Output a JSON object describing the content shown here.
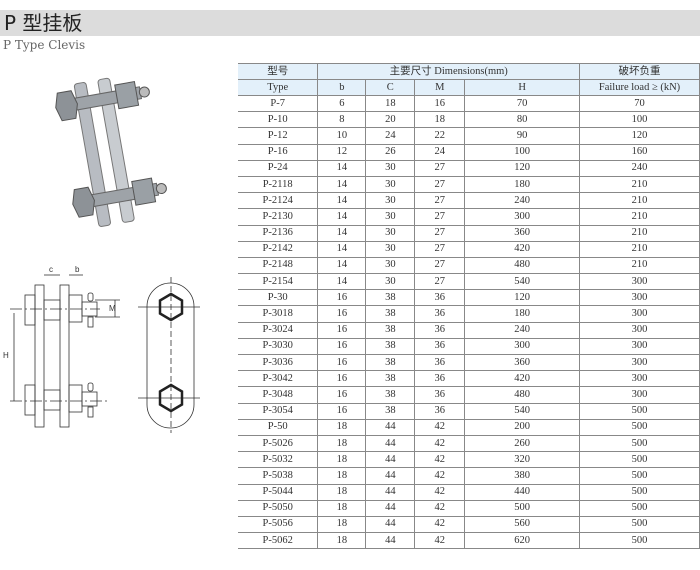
{
  "title": "P 型挂板",
  "subtitle": "P Type Clevis",
  "drawing": {
    "labels": [
      "c",
      "b",
      "M",
      "H"
    ]
  },
  "table": {
    "header": {
      "type_cn": "型号",
      "type_en": "Type",
      "dims": "主要尺寸 Dimensions(mm)",
      "load_cn": "破坏负重",
      "load_en": "Failure load ≥ (kN)",
      "cols": [
        "b",
        "C",
        "M",
        "H"
      ]
    },
    "rows": [
      [
        "P-7",
        "6",
        "18",
        "16",
        "70",
        "70"
      ],
      [
        "P-10",
        "8",
        "20",
        "18",
        "80",
        "100"
      ],
      [
        "P-12",
        "10",
        "24",
        "22",
        "90",
        "120"
      ],
      [
        "P-16",
        "12",
        "26",
        "24",
        "100",
        "160"
      ],
      [
        "P-24",
        "14",
        "30",
        "27",
        "120",
        "240"
      ],
      [
        "P-2118",
        "14",
        "30",
        "27",
        "180",
        "210"
      ],
      [
        "P-2124",
        "14",
        "30",
        "27",
        "240",
        "210"
      ],
      [
        "P-2130",
        "14",
        "30",
        "27",
        "300",
        "210"
      ],
      [
        "P-2136",
        "14",
        "30",
        "27",
        "360",
        "210"
      ],
      [
        "P-2142",
        "14",
        "30",
        "27",
        "420",
        "210"
      ],
      [
        "P-2148",
        "14",
        "30",
        "27",
        "480",
        "210"
      ],
      [
        "P-2154",
        "14",
        "30",
        "27",
        "540",
        "300"
      ],
      [
        "P-30",
        "16",
        "38",
        "36",
        "120",
        "300"
      ],
      [
        "P-3018",
        "16",
        "38",
        "36",
        "180",
        "300"
      ],
      [
        "P-3024",
        "16",
        "38",
        "36",
        "240",
        "300"
      ],
      [
        "P-3030",
        "16",
        "38",
        "36",
        "300",
        "300"
      ],
      [
        "P-3036",
        "16",
        "38",
        "36",
        "360",
        "300"
      ],
      [
        "P-3042",
        "16",
        "38",
        "36",
        "420",
        "300"
      ],
      [
        "P-3048",
        "16",
        "38",
        "36",
        "480",
        "300"
      ],
      [
        "P-3054",
        "16",
        "38",
        "36",
        "540",
        "500"
      ],
      [
        "P-50",
        "18",
        "44",
        "42",
        "200",
        "500"
      ],
      [
        "P-5026",
        "18",
        "44",
        "42",
        "260",
        "500"
      ],
      [
        "P-5032",
        "18",
        "44",
        "42",
        "320",
        "500"
      ],
      [
        "P-5038",
        "18",
        "44",
        "42",
        "380",
        "500"
      ],
      [
        "P-5044",
        "18",
        "44",
        "42",
        "440",
        "500"
      ],
      [
        "P-5050",
        "18",
        "44",
        "42",
        "500",
        "500"
      ],
      [
        "P-5056",
        "18",
        "44",
        "42",
        "560",
        "500"
      ],
      [
        "P-5062",
        "18",
        "44",
        "42",
        "620",
        "500"
      ]
    ]
  }
}
